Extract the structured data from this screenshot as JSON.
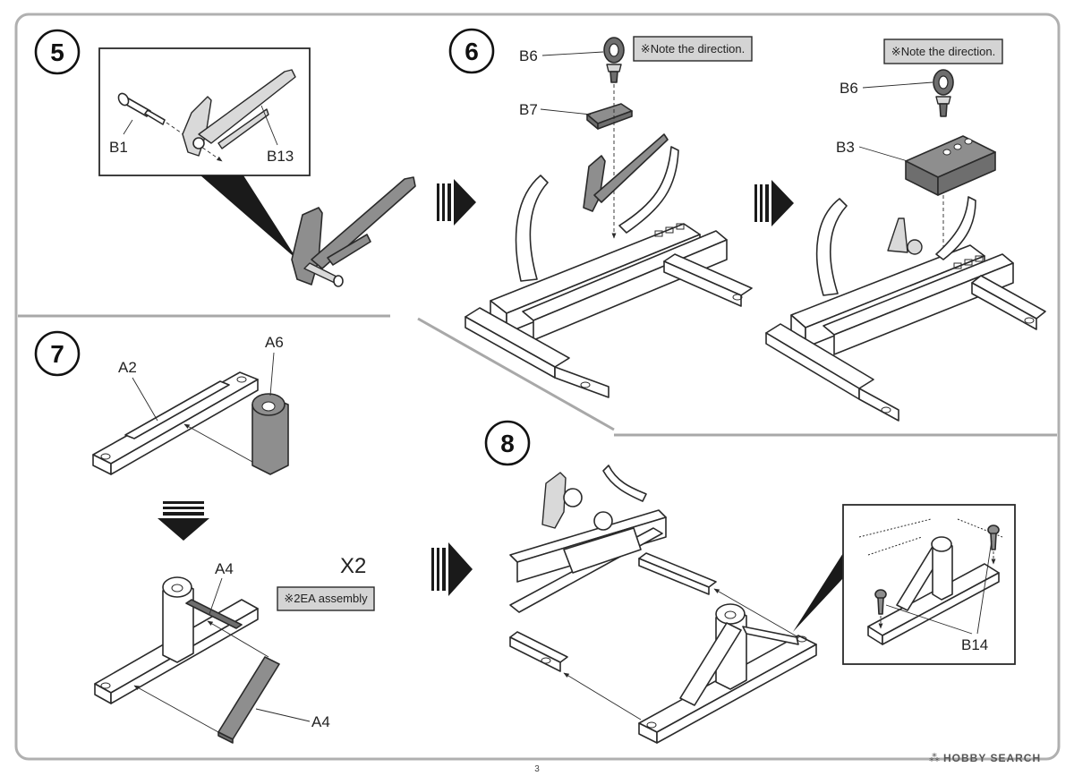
{
  "steps": [
    {
      "number": "5",
      "labels": [
        "B1",
        "B13"
      ]
    },
    {
      "number": "6",
      "labels": [
        "B6",
        "B7",
        "B6",
        "B3"
      ],
      "notes": [
        "※Note the direction.",
        "※Note the direction."
      ]
    },
    {
      "number": "7",
      "labels": [
        "A2",
        "A6",
        "A4",
        "A4"
      ],
      "multiplier": "X2",
      "note": "※2EA assembly"
    },
    {
      "number": "8",
      "labels": [
        "B14"
      ]
    }
  ],
  "page_number": "3",
  "watermark": {
    "brand": "HOBBY SEARCH",
    "prefix": "⁂"
  }
}
